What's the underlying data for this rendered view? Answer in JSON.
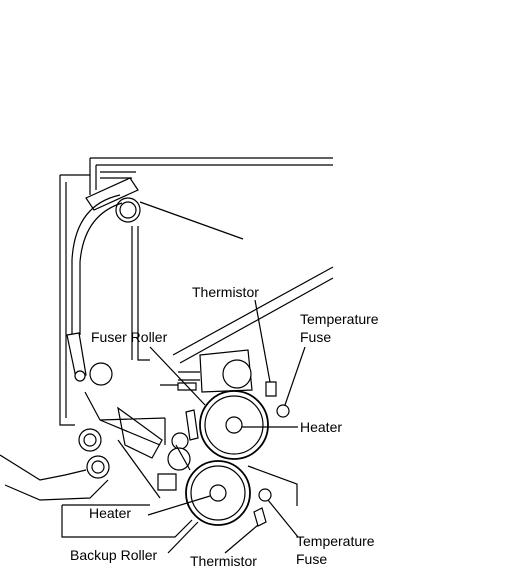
{
  "labels": {
    "thermistor_top": "Thermistor",
    "temperature_top": "Temperature",
    "fuse_top": "Fuse",
    "fuser_roller": "Fuser Roller",
    "heater_top": "Heater",
    "heater_bottom": "Heater",
    "backup_roller": "Backup Roller",
    "thermistor_bottom": "Thermistor",
    "temperature_bottom": "Temperature",
    "fuse_bottom": "Fuse"
  }
}
